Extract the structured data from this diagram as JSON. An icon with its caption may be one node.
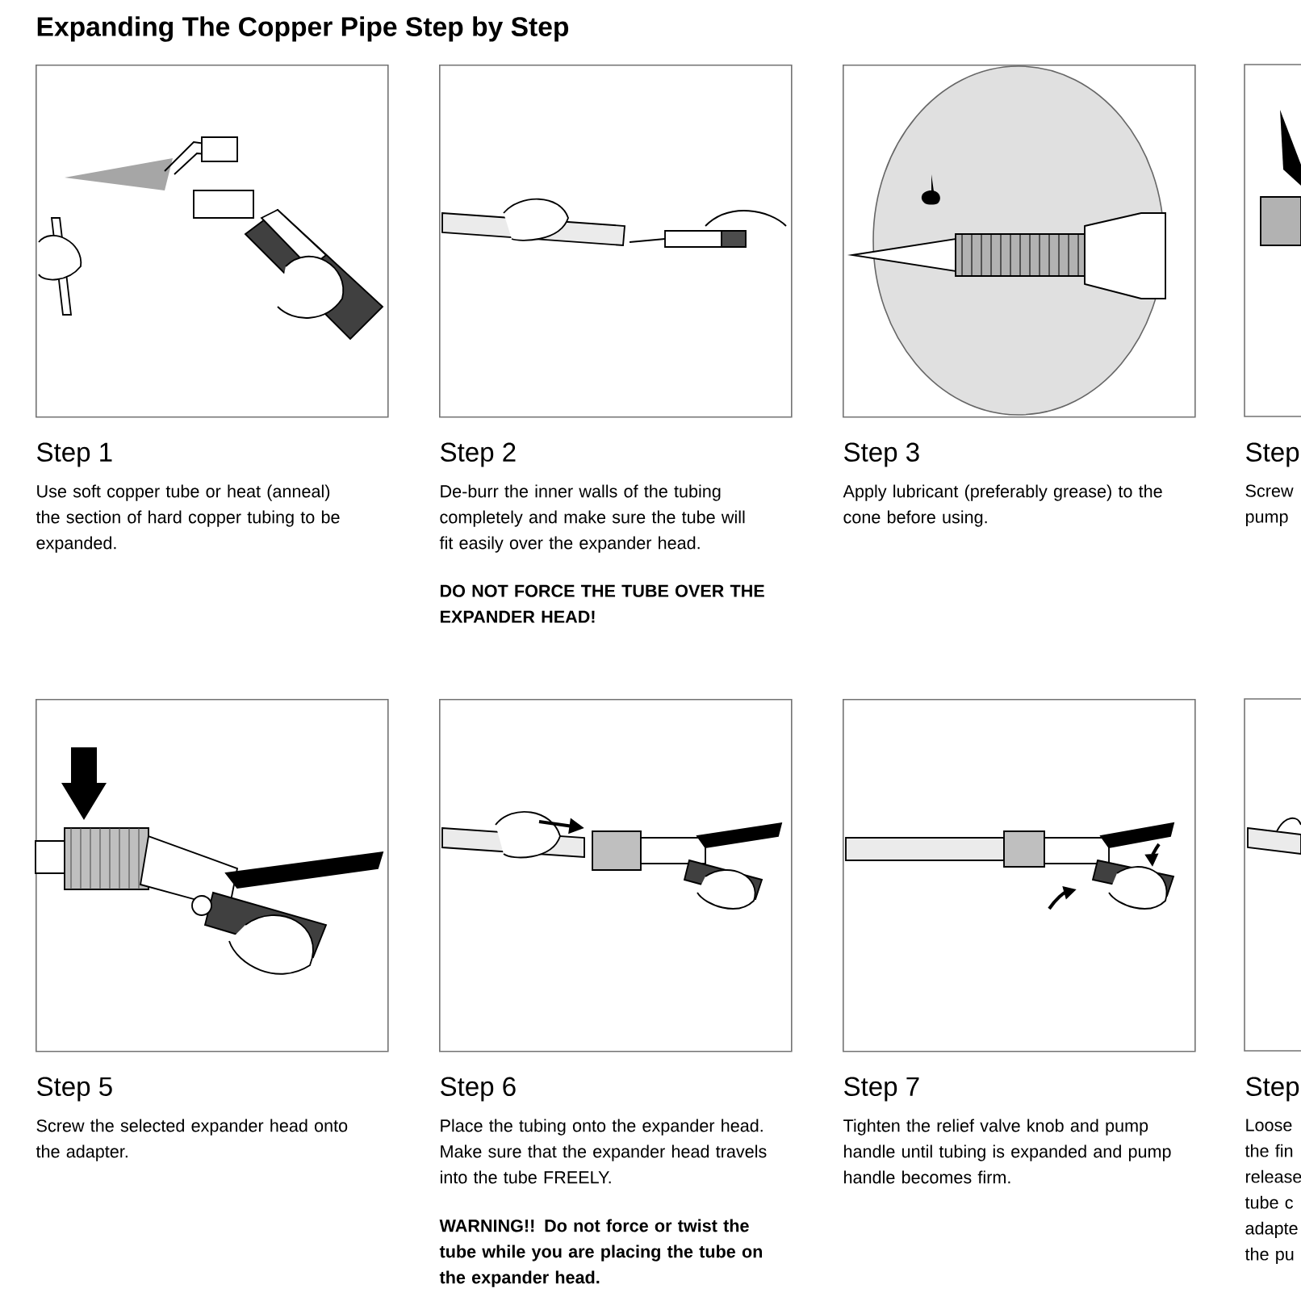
{
  "diagram": {
    "title": "Expanding The Copper Pipe Step by Step",
    "nodes": [
      {
        "text": [],
        "shape": "picture",
        "beside": [
          "Step 1",
          "Use soft copper tube or heat (anneal) the section of hard copper tubing to be expanded."
        ]
      },
      {
        "text": [],
        "shape": "picture",
        "beside": [
          "Step 2",
          "De-burr the inner walls of the tubing completely and make sure the tube will fit easily over the expander head.",
          "DO NOT FORCE THE TUBE OVER THE EXPANDER HEAD!"
        ]
      },
      {
        "text": [],
        "shape": "picture",
        "beside": [
          "Step 3",
          "Apply lubricant (preferably grease) to the cone before using."
        ]
      },
      {
        "text": [],
        "shape": "picture",
        "beside": [
          "Step",
          "Screw pump"
        ]
      },
      {
        "text": [],
        "shape": "picture",
        "beside": [
          "Step 5",
          "Screw the selected expander head onto the adapter."
        ]
      },
      {
        "text": [],
        "shape": "picture",
        "beside": [
          "Step 6",
          "Place the tubing onto the expander head. Make sure that the expander head travels into the tube FREELY.",
          "WARNING!! Do not force or twist the tube while you are placing the tube on the expander head."
        ]
      },
      {
        "text": [],
        "shape": "picture",
        "beside": [
          "Step 7",
          "Tighten the relief valve knob and pump handle until tubing is expanded and pump handle becomes firm."
        ]
      },
      {
        "text": [],
        "shape": "picture",
        "beside": [
          "Step",
          "Loose the fin release tube c adapte the pu"
        ]
      }
    ]
  }
}
